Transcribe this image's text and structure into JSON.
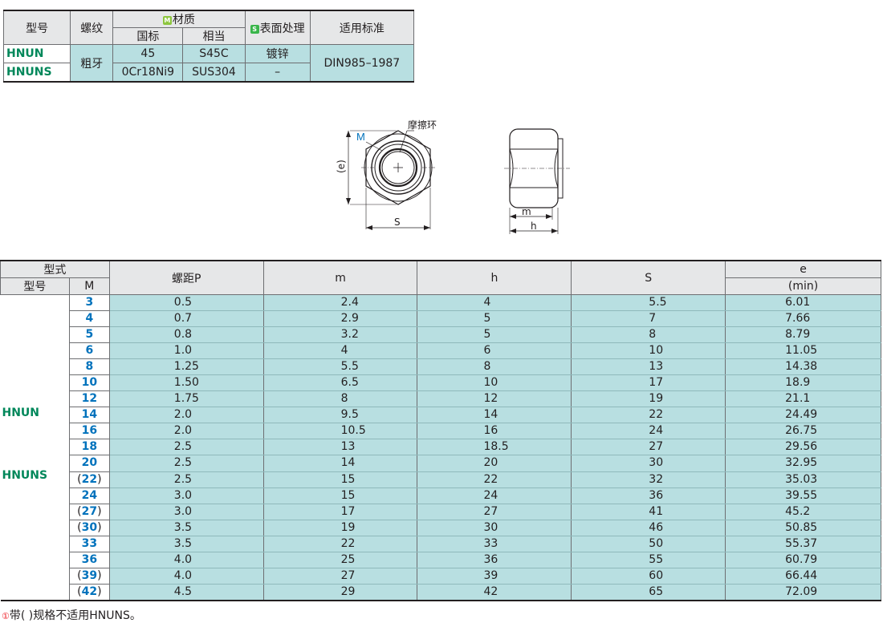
{
  "material_table": {
    "headers": {
      "model": "型号",
      "thread": "螺纹",
      "material": "材质",
      "material_badge": "M",
      "surface": "表面处理",
      "surface_badge": "S",
      "standard": "适用标准",
      "gb": "国标",
      "equiv": "相当"
    },
    "rows": [
      {
        "model": "HNUN",
        "gb": "45",
        "equiv": "S45C",
        "surface": "镀锌"
      },
      {
        "model": "HNUNS",
        "gb": "0Cr18Ni9",
        "equiv": "SUS304",
        "surface": "–"
      }
    ],
    "thread": "粗牙",
    "standard": "DIN985–1987"
  },
  "drawing": {
    "label_m": "M",
    "label_ring": "摩擦环",
    "label_e": "(e)",
    "label_s": "S",
    "label_mm": "m",
    "label_h": "h"
  },
  "spec_table": {
    "headers": {
      "type": "型式",
      "model": "型号",
      "M": "M",
      "pitch": "螺距P",
      "m": "m",
      "h": "h",
      "S": "S",
      "e": "e",
      "e_sub": "(min)"
    },
    "series": [
      "HNUN",
      "HNUNS"
    ],
    "rows": [
      {
        "M": "3",
        "paren": false,
        "P": "0.5",
        "m": "2.4",
        "h": "4",
        "S": "5.5",
        "e": "6.01"
      },
      {
        "M": "4",
        "paren": false,
        "P": "0.7",
        "m": "2.9",
        "h": "5",
        "S": "7",
        "e": "7.66"
      },
      {
        "M": "5",
        "paren": false,
        "P": "0.8",
        "m": "3.2",
        "h": "5",
        "S": "8",
        "e": "8.79"
      },
      {
        "M": "6",
        "paren": false,
        "P": "1.0",
        "m": "4",
        "h": "6",
        "S": "10",
        "e": "11.05"
      },
      {
        "M": "8",
        "paren": false,
        "P": "1.25",
        "m": "5.5",
        "h": "8",
        "S": "13",
        "e": "14.38"
      },
      {
        "M": "10",
        "paren": false,
        "P": "1.50",
        "m": "6.5",
        "h": "10",
        "S": "17",
        "e": "18.9"
      },
      {
        "M": "12",
        "paren": false,
        "P": "1.75",
        "m": "8",
        "h": "12",
        "S": "19",
        "e": "21.1"
      },
      {
        "M": "14",
        "paren": false,
        "P": "2.0",
        "m": "9.5",
        "h": "14",
        "S": "22",
        "e": "24.49"
      },
      {
        "M": "16",
        "paren": false,
        "P": "2.0",
        "m": "10.5",
        "h": "16",
        "S": "24",
        "e": "26.75"
      },
      {
        "M": "18",
        "paren": false,
        "P": "2.5",
        "m": "13",
        "h": "18.5",
        "S": "27",
        "e": "29.56"
      },
      {
        "M": "20",
        "paren": false,
        "P": "2.5",
        "m": "14",
        "h": "20",
        "S": "30",
        "e": "32.95"
      },
      {
        "M": "22",
        "paren": true,
        "P": "2.5",
        "m": "15",
        "h": "22",
        "S": "32",
        "e": "35.03"
      },
      {
        "M": "24",
        "paren": false,
        "P": "3.0",
        "m": "15",
        "h": "24",
        "S": "36",
        "e": "39.55"
      },
      {
        "M": "27",
        "paren": true,
        "P": "3.0",
        "m": "17",
        "h": "27",
        "S": "41",
        "e": "45.2"
      },
      {
        "M": "30",
        "paren": true,
        "P": "3.5",
        "m": "19",
        "h": "30",
        "S": "46",
        "e": "50.85"
      },
      {
        "M": "33",
        "paren": false,
        "P": "3.5",
        "m": "22",
        "h": "33",
        "S": "50",
        "e": "55.37"
      },
      {
        "M": "36",
        "paren": false,
        "P": "4.0",
        "m": "25",
        "h": "36",
        "S": "55",
        "e": "60.79"
      },
      {
        "M": "39",
        "paren": true,
        "P": "4.0",
        "m": "27",
        "h": "39",
        "S": "60",
        "e": "66.44"
      },
      {
        "M": "42",
        "paren": true,
        "P": "4.5",
        "m": "29",
        "h": "42",
        "S": "65",
        "e": "72.09"
      }
    ]
  },
  "footnote": {
    "marker": "①",
    "text": "带( )规格不适用HNUNS。"
  },
  "colors": {
    "model_green": "#00875a",
    "size_blue": "#0072bc",
    "cell_cyan": "#b8dfe1",
    "header_gray": "#e6e7e8",
    "badge_green": "#8dc63f",
    "badge_lime": "#39b54a"
  }
}
